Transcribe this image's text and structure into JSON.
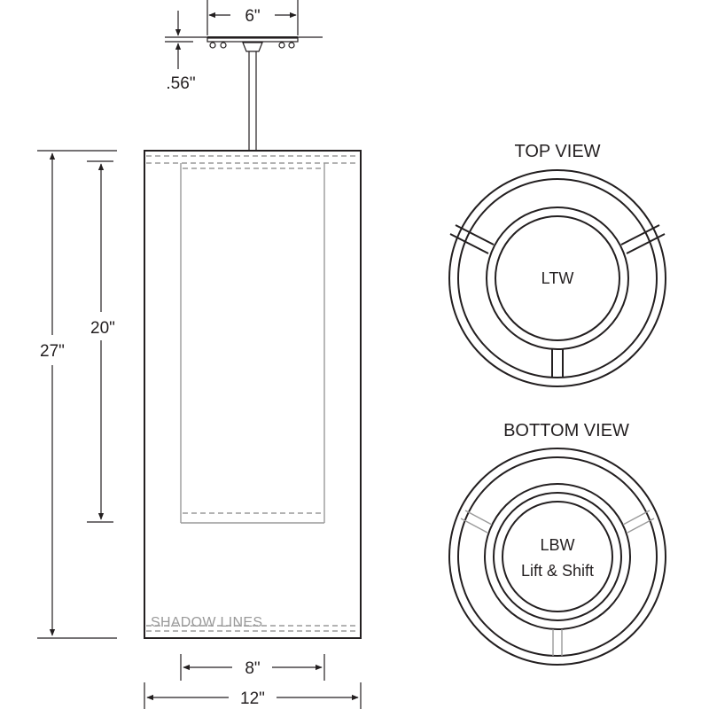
{
  "dimensions": {
    "canopy_width": "6\"",
    "canopy_height": ".56\"",
    "overall_height": "27\"",
    "shade_height": "20\"",
    "inner_width": "8\"",
    "overall_width": "12\""
  },
  "labels": {
    "shadow_lines": "SHADOW LINES"
  },
  "top_view": {
    "title": "TOP VIEW",
    "center_label": "LTW"
  },
  "bottom_view": {
    "title": "BOTTOM VIEW",
    "center_label_line1": "LBW",
    "center_label_line2": "Lift & Shift"
  },
  "colors": {
    "ink": "#231f20",
    "shadow_gray": "#9a9a9a"
  }
}
